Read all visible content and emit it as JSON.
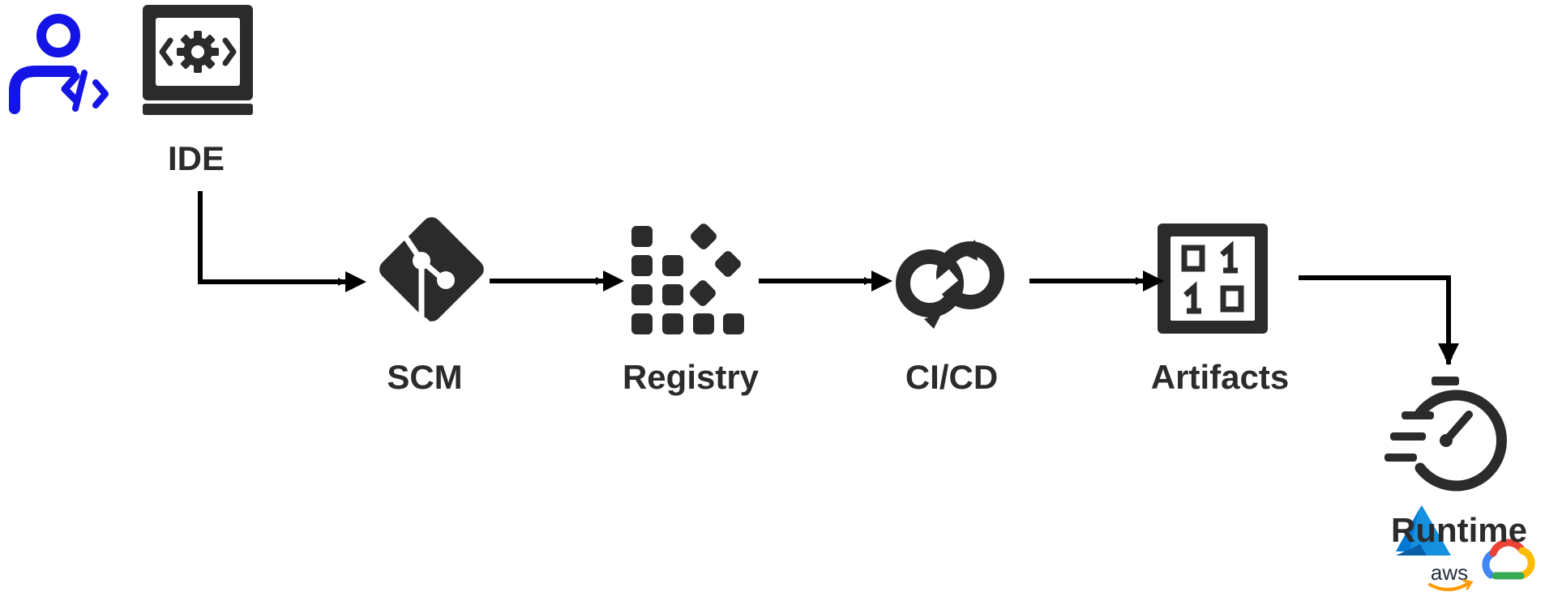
{
  "nodes": {
    "ide": {
      "label": "IDE"
    },
    "scm": {
      "label": "SCM"
    },
    "registry": {
      "label": "Registry"
    },
    "cicd": {
      "label": "CI/CD"
    },
    "artifacts": {
      "label": "Artifacts"
    },
    "runtime": {
      "label": "Runtime"
    }
  },
  "cloud_logos": {
    "aws_text": "aws"
  },
  "colors": {
    "icon_dark": "#2b2b2b",
    "developer_blue": "#1414e6",
    "arrow": "#000000",
    "azure_blue": "#0078d4",
    "aws_orange": "#ff9900",
    "aws_text": "#232f3e",
    "gcp_red": "#ea4335",
    "gcp_blue": "#4285f4",
    "gcp_yellow": "#fbbc05",
    "gcp_green": "#34a853"
  },
  "flow": [
    "IDE",
    "SCM",
    "Registry",
    "CI/CD",
    "Artifacts",
    "Runtime"
  ]
}
